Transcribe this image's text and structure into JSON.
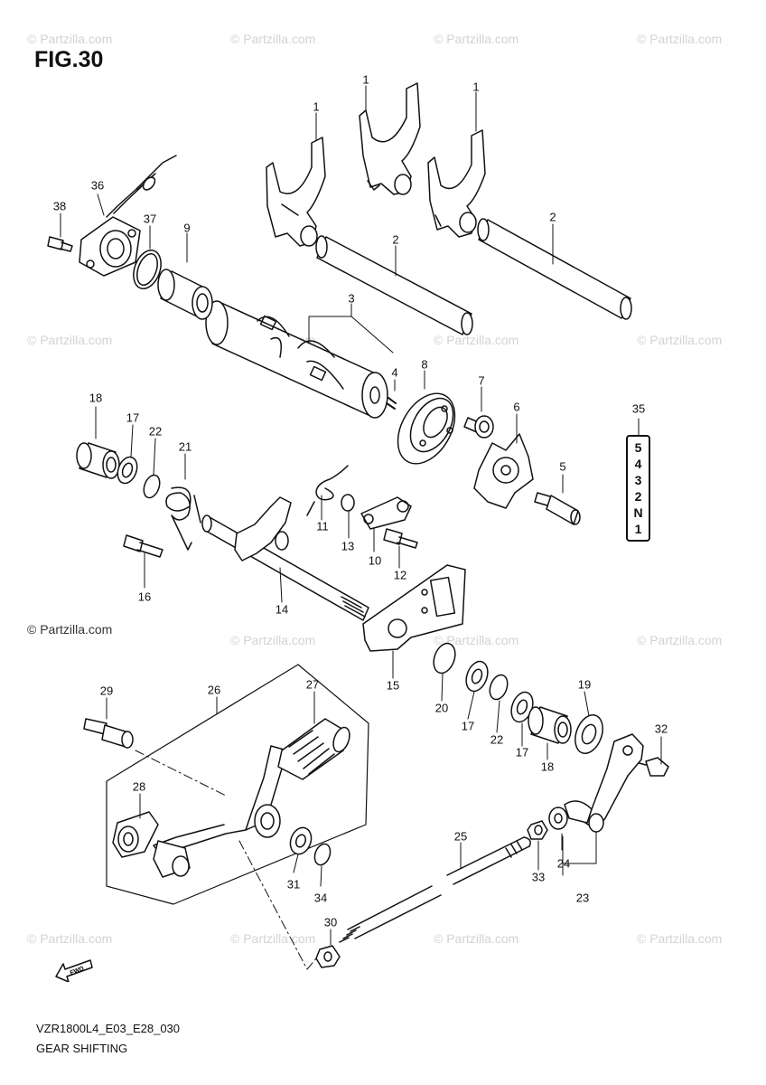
{
  "figure": {
    "title": "FIG.30"
  },
  "footer": {
    "code": "VZR1800L4_E03_E28_030",
    "section": "GEAR SHIFTING"
  },
  "copyright": "© Partzilla.com",
  "watermark": "© Partzilla.com",
  "fwd_label": "FWD",
  "gear_indicator": {
    "label": "35",
    "positions": [
      "5",
      "4",
      "3",
      "2",
      "N",
      "1"
    ]
  },
  "callouts": [
    "1",
    "1",
    "1",
    "2",
    "2",
    "3",
    "4",
    "5",
    "6",
    "7",
    "8",
    "9",
    "10",
    "11",
    "12",
    "13",
    "14",
    "15",
    "16",
    "17",
    "17",
    "17",
    "18",
    "18",
    "19",
    "20",
    "21",
    "22",
    "22",
    "23",
    "24",
    "25",
    "26",
    "27",
    "28",
    "29",
    "30",
    "31",
    "32",
    "33",
    "34",
    "36",
    "37",
    "38"
  ]
}
